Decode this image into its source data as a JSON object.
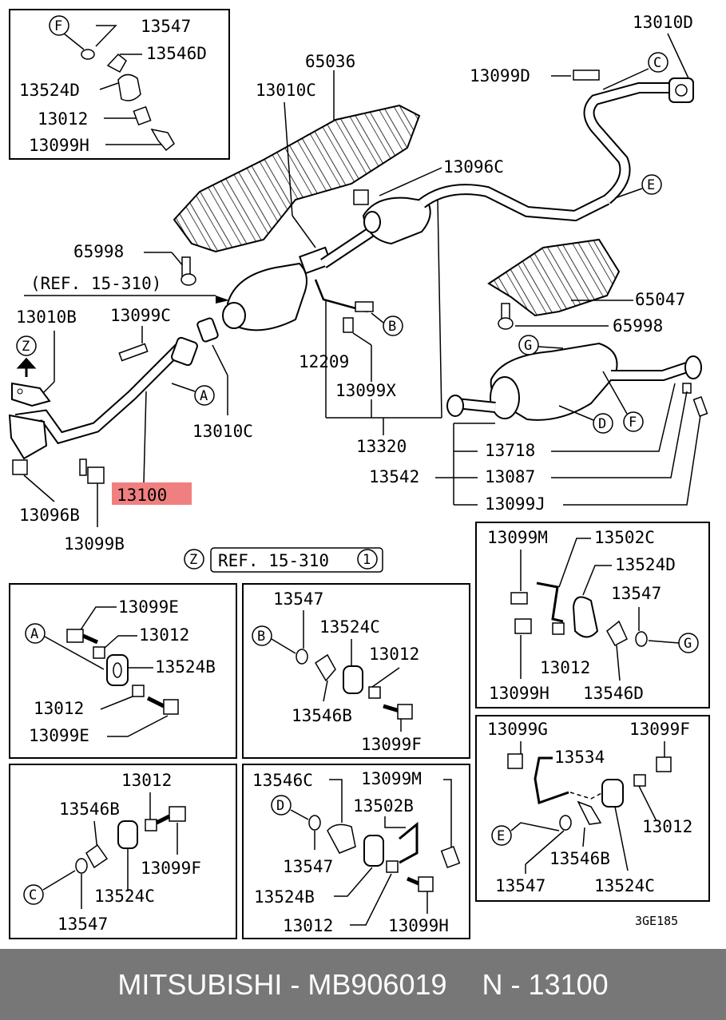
{
  "diagram": {
    "top_box": {
      "circle": "F",
      "parts": [
        "13547",
        "13546D",
        "13524D",
        "13012",
        "13099H"
      ]
    },
    "main": {
      "labels": {
        "p65036": "65036",
        "p13010C_top": "13010C",
        "p13010D": "13010D",
        "p13099D": "13099D",
        "p13096C": "13096C",
        "p65998_a": "65998",
        "ref_main": "(REF. 15-310)",
        "p13010B": "13010B",
        "p13099C": "13099C",
        "p65047": "65047",
        "p65998_b": "65998",
        "p12209": "12209",
        "p13099X": "13099X",
        "p13010C_low": "13010C",
        "p13320": "13320",
        "p13718": "13718",
        "p13542": "13542",
        "p13087": "13087",
        "p13099J": "13099J",
        "p13096B": "13096B",
        "p13099B": "13099B",
        "p13100": "13100",
        "ref_z": "REF. 15-310",
        "ref_z_circle": "Z",
        "ref_z_num": "1"
      },
      "circles": {
        "c_C": "C",
        "c_E": "E",
        "c_B": "B",
        "c_G": "G",
        "c_D": "D",
        "c_F": "F",
        "c_A": "A",
        "c_Z": "Z"
      }
    },
    "boxes": {
      "A": {
        "circle": "A",
        "parts": [
          "13099E",
          "13012",
          "13524B",
          "13012",
          "13099E"
        ]
      },
      "B": {
        "circle": "B",
        "parts": [
          "13547",
          "13524C",
          "13012",
          "13546B",
          "13099F"
        ]
      },
      "G": {
        "circle": "G",
        "parts": [
          "13099M",
          "13502C",
          "13524D",
          "13547",
          "13012",
          "13099H",
          "13546D"
        ]
      },
      "C": {
        "circle": "C",
        "parts": [
          "13012",
          "13546B",
          "13099F",
          "13524C",
          "13547"
        ]
      },
      "D": {
        "circle": "D",
        "parts": [
          "13546C",
          "13099M",
          "13502B",
          "13547",
          "13524B",
          "13012",
          "13099H"
        ]
      },
      "E": {
        "circle": "E",
        "parts": [
          "13099G",
          "13099F",
          "13534",
          "13012",
          "13546B",
          "13547",
          "13524C"
        ]
      }
    },
    "code": "3GE185"
  },
  "footer": {
    "brand": "MITSUBISHI",
    "separator": "-",
    "part_number": "MB906019",
    "group": "N - 13100"
  },
  "colors": {
    "highlight": "#f08080",
    "footer_bg": "#777777",
    "footer_text": "#ffffff"
  }
}
